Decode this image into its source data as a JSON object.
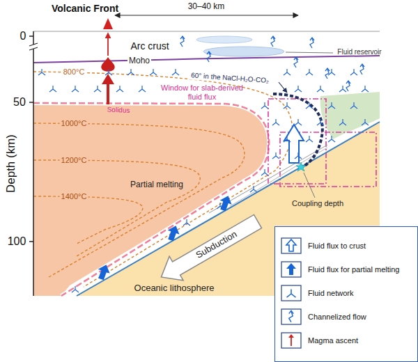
{
  "diagram": {
    "labels": [
      "Volcanic Front",
      "30–40 km",
      "0",
      "50",
      "100",
      "Depth (km)",
      "Arc crust",
      "Fluid reservoir",
      "Moho",
      "800°C",
      "60° in the NaCl-H₂O-CO₂",
      "Window for slab-derived fluid flux",
      "Solidus",
      "1000°C",
      "1200°C",
      "1400°C",
      "Partial melting",
      "Coupling depth",
      "Subduction",
      "Oceanic lithosphere"
    ],
    "legend": [
      {
        "text": "Fluid flux to crust"
      },
      {
        "text": "Fluid flux for partial melting"
      },
      {
        "text": "Fluid network"
      },
      {
        "text": "Channelized flow"
      },
      {
        "text": "Magma ascent"
      }
    ]
  }
}
